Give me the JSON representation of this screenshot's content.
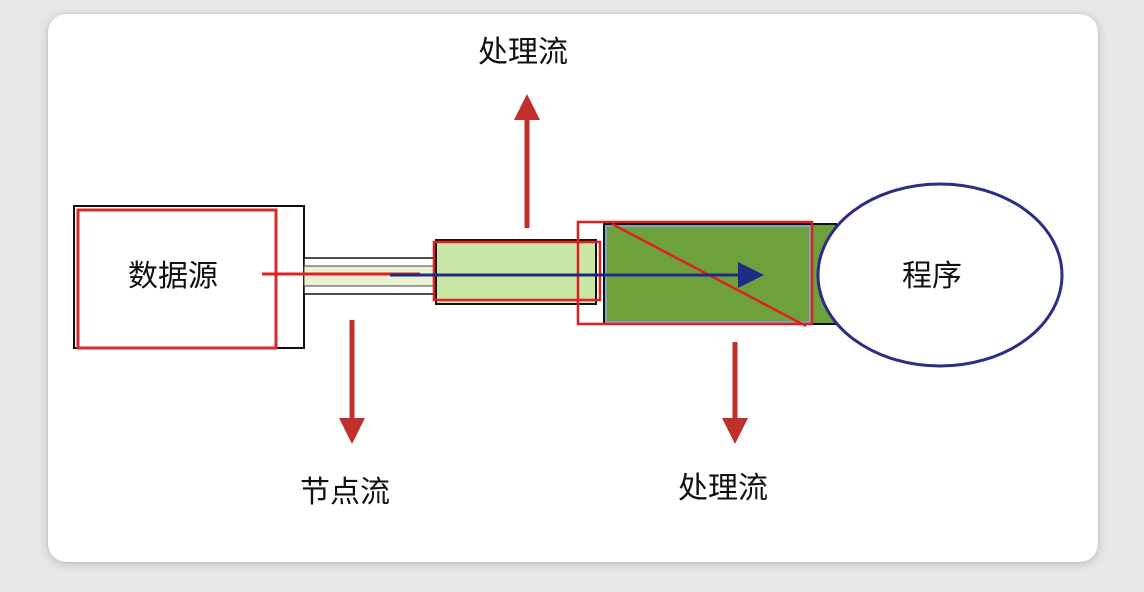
{
  "labels": {
    "data_source": "数据源",
    "program": "程序",
    "process_stream_top": "处理流",
    "node_stream": "节点流",
    "process_stream_bottom": "处理流"
  },
  "colors": {
    "card_bg": "#ffffff",
    "accent_red": "#c0302b",
    "highlight_red": "#e02020",
    "light_green": "#c9e6a6",
    "dark_green": "#6ea13c",
    "flow_blue": "#1f2a84",
    "ellipse_stroke": "#2b2d86"
  }
}
